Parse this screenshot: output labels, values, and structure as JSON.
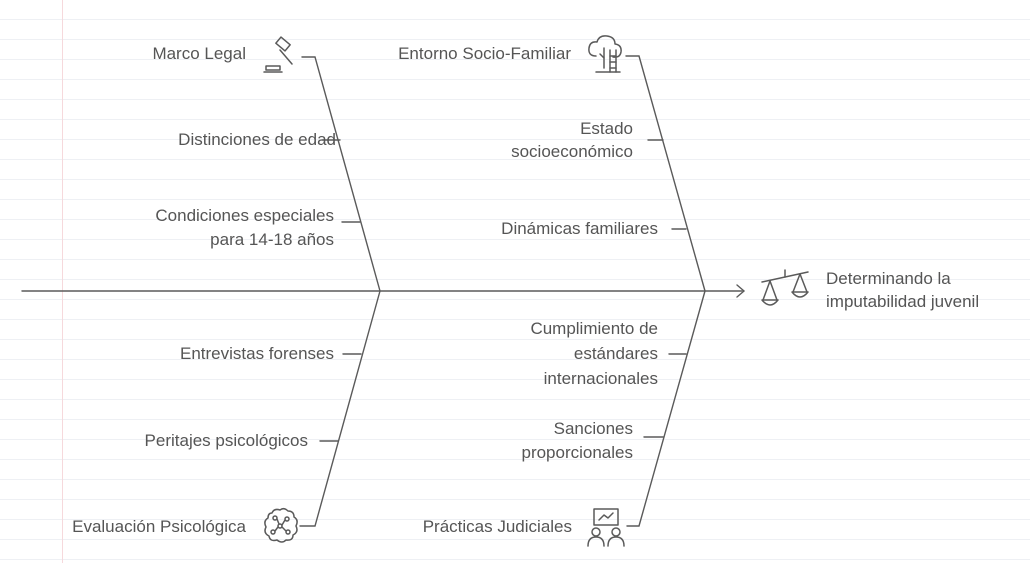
{
  "effect": {
    "line1": "Determinando la",
    "line2": "imputabilidad juvenil",
    "icon": "scales-icon"
  },
  "categories": {
    "marco_legal": {
      "title": "Marco Legal",
      "icon": "gavel-icon",
      "causes": {
        "edad": "Distinciones de edad",
        "condiciones_1": "Condiciones especiales",
        "condiciones_2": "para 14-18 años"
      }
    },
    "entorno": {
      "title": "Entorno Socio-Familiar",
      "icon": "tree-ladder-icon",
      "causes": {
        "estado_1": "Estado",
        "estado_2": "socioeconómico",
        "dinamicas": "Dinámicas familiares"
      }
    },
    "evaluacion": {
      "title": "Evaluación Psicológica",
      "icon": "brain-icon",
      "causes": {
        "entrevistas": "Entrevistas forenses",
        "peritajes": "Peritajes psicológicos"
      }
    },
    "practicas": {
      "title": "Prácticas Judiciales",
      "icon": "meeting-people-icon",
      "causes": {
        "cumplimiento_1": "Cumplimiento de",
        "cumplimiento_2": "estándares",
        "cumplimiento_3": "internacionales",
        "sanciones_1": "Sanciones",
        "sanciones_2": "proporcionales"
      }
    }
  },
  "colors": {
    "line": "#5a5a5a",
    "text": "#555555",
    "ruled": "#eef0f4",
    "margin": "#f6d9dc"
  }
}
